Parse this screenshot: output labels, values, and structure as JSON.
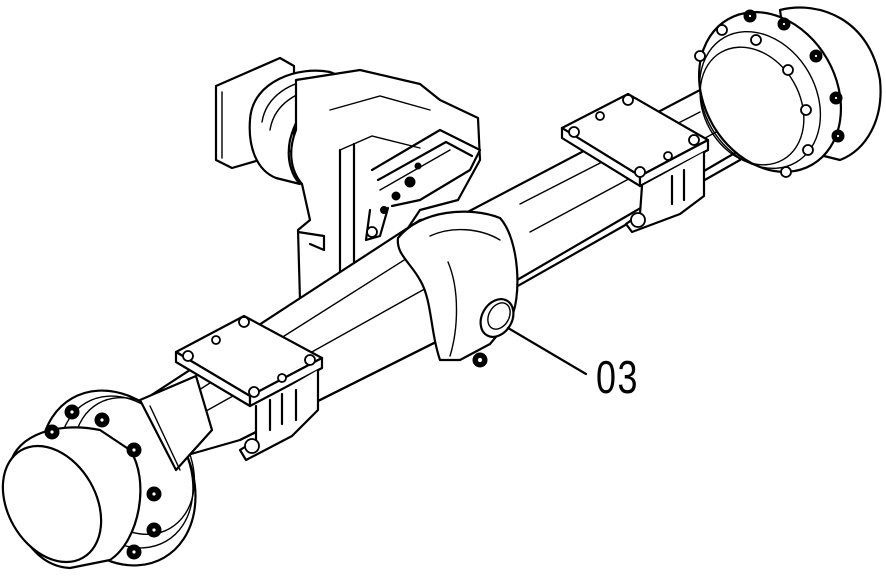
{
  "diagram": {
    "subject": "axle assembly",
    "style": "black line drawing on white background",
    "colors": {
      "background": "#ffffff",
      "line": "#000000"
    },
    "callouts": [
      {
        "label": "03",
        "points_to": "center housing plug"
      }
    ]
  }
}
